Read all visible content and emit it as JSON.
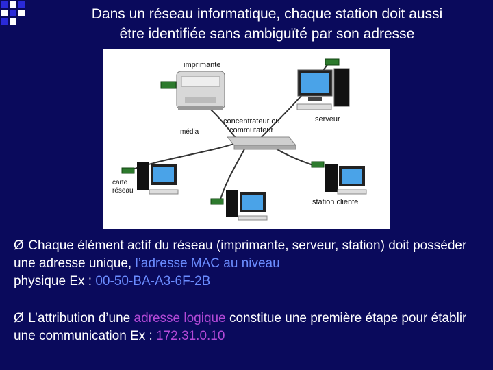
{
  "title": {
    "line1": "Dans un réseau informatique, chaque station doit aussi",
    "line2": "être identifiée sans ambiguïté par son adresse"
  },
  "diagram": {
    "label_printer": "imprimante",
    "label_hub": "concentrateur ou",
    "label_hub2": "commutateur",
    "label_server": "serveur",
    "label_media": "média",
    "label_card": "carte",
    "label_card2": "réseau",
    "label_client": "station cliente"
  },
  "bullet1": {
    "arrow": "Ø",
    "text_a": "Chaque élément actif du réseau (imprimante, serveur, station) doit posséder une adresse unique, ",
    "highlight": "l’adresse MAC au niveau",
    "text_b": "physique    Ex : ",
    "example": "00-50-BA-A3-6F-2B"
  },
  "bullet2": {
    "arrow": "Ø",
    "text_a": "L’attribution d’une ",
    "highlight": "adresse logique",
    "text_b": " constitue une première étape pour établir une communication    Ex : ",
    "example": "172.31.0.10"
  },
  "colors": {
    "background": "#0a0a5c",
    "highlight_blue": "#6b8cff",
    "highlight_purple": "#b44ad8"
  }
}
